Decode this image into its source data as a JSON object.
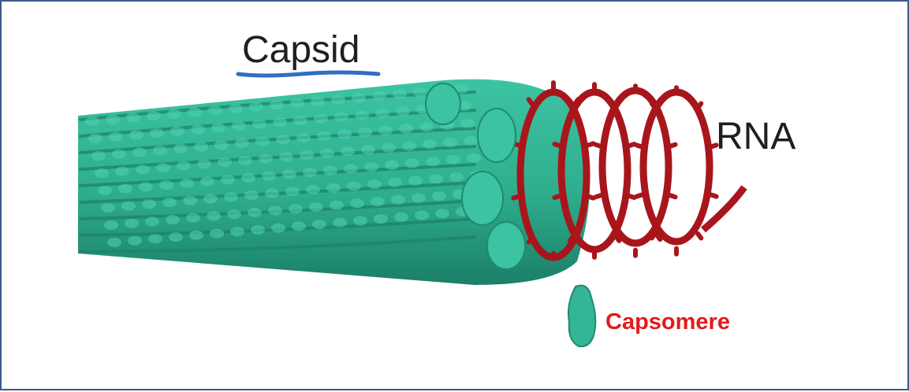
{
  "labels": {
    "capsid": "Capsid",
    "rna": "RNA",
    "capsomere": "Capsomere"
  },
  "colors": {
    "frame_border": "#3b5a8a",
    "capsid": "#34b596",
    "capsid_dark": "#1f8a70",
    "rna": "#a8161c",
    "underline": "#2e6fc2",
    "capsomere_label": "#e21b1b"
  }
}
